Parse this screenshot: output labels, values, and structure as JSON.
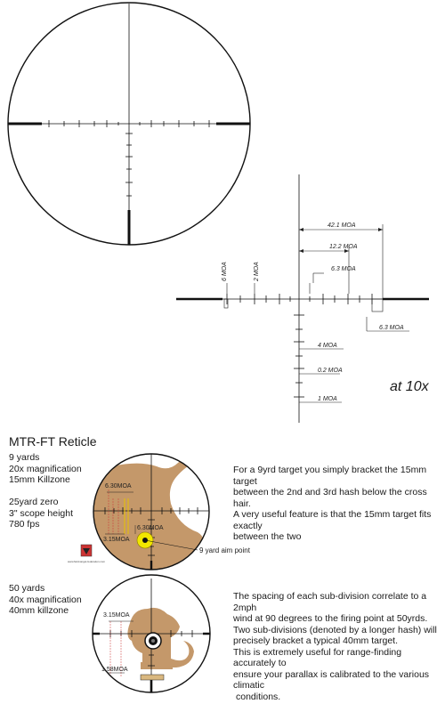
{
  "magnification_label": "at 10x",
  "dimensions": {
    "d1": "42.1 MOA",
    "d2": "12.2 MOA",
    "d3": "6.3 MOA",
    "d4": "6 MOA",
    "d5": "2 MOA",
    "d6": "6.3 MOA",
    "d7": "4 MOA",
    "d8": "0.2 MOA",
    "d9": "1 MOA"
  },
  "title": "MTR-FT Reticle",
  "example1": {
    "specs": [
      "9 yards",
      "20x magnification",
      "15mm Killzone",
      "",
      "25yard  zero",
      "3\" scope height",
      "780 fps"
    ],
    "labels": {
      "upper": "6.30MOA",
      "middle": "6.30MOA",
      "lower": "3.15MOA",
      "aim": "9 yard aim point"
    },
    "description": [
      "For a 9yrd target you simply bracket the 15mm target",
      "between the 2nd and 3rd hash below the cross hair.",
      "A very useful feature is that the 15mm target fits exactly",
      "between the two"
    ],
    "logo_caption": "www.field-target-federation.com"
  },
  "example2": {
    "specs": [
      "50 yards",
      "40x magnification",
      "40mm killzone"
    ],
    "labels": {
      "upper": "3.15MOA",
      "lower": "1.58MOA"
    },
    "description": [
      "The spacing of each sub-division correlate to a 2mph",
      "wind at 90 degrees to the firing point at 50yrds.",
      "Two sub-divisions (denoted by a longer hash) will",
      "precisely bracket a typical 40mm target.",
      "This is extremely useful for range-finding accurately to",
      "ensure your parallax is calibrated to the various climatic",
      "conditions."
    ]
  },
  "colors": {
    "target": "#c4986a",
    "aim_dot": "#f2e600",
    "dim_red": "#cc3333"
  }
}
